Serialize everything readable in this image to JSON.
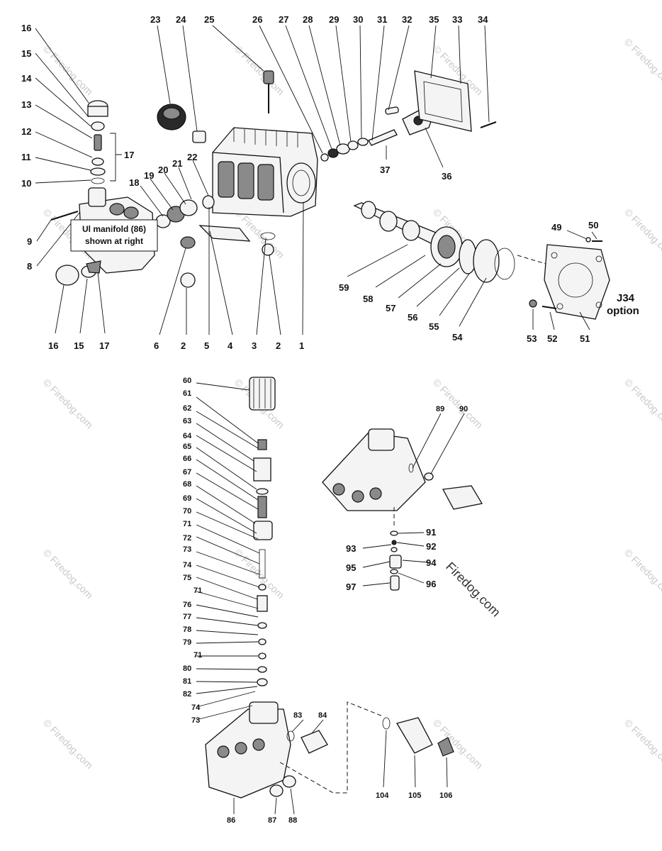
{
  "callouts": {
    "n1": "1",
    "n2": "2",
    "n3": "3",
    "n4": "4",
    "n5": "5",
    "n6": "6",
    "n8": "8",
    "n9": "9",
    "n10": "10",
    "n11": "11",
    "n12": "12",
    "n13": "13",
    "n14": "14",
    "n15": "15",
    "n16": "16",
    "n17": "17",
    "n18": "18",
    "n19": "19",
    "n20": "20",
    "n21": "21",
    "n22": "22",
    "n23": "23",
    "n24": "24",
    "n25": "25",
    "n26": "26",
    "n27": "27",
    "n28": "28",
    "n29": "29",
    "n30": "30",
    "n31": "31",
    "n32": "32",
    "n33": "33",
    "n34": "34",
    "n35": "35",
    "n36": "36",
    "n37": "37",
    "n49": "49",
    "n50": "50",
    "n51": "51",
    "n52": "52",
    "n53": "53",
    "n54": "54",
    "n55": "55",
    "n56": "56",
    "n57": "57",
    "n58": "58",
    "n59": "59",
    "n60": "60",
    "n61": "61",
    "n62": "62",
    "n63": "63",
    "n64": "64",
    "n65": "65",
    "n66": "66",
    "n67": "67",
    "n68": "68",
    "n69": "69",
    "n70": "70",
    "n71": "71",
    "n72": "72",
    "n73": "73",
    "n74": "74",
    "n75": "75",
    "n76": "76",
    "n77": "77",
    "n78": "78",
    "n79": "79",
    "n80": "80",
    "n81": "81",
    "n82": "82",
    "n83": "83",
    "n84": "84",
    "n86": "86",
    "n87": "87",
    "n88": "88",
    "n89": "89",
    "n90": "90",
    "n91": "91",
    "n92": "92",
    "n93": "93",
    "n94": "94",
    "n95": "95",
    "n96": "96",
    "n97": "97",
    "n104": "104",
    "n105": "105",
    "n106": "106"
  },
  "notes": {
    "ul_manifold_line1": "Ul manifold (86)",
    "ul_manifold_line2": "shown at right",
    "j34_line1": "J34",
    "j34_line2": "option"
  },
  "watermark": {
    "text": "© Firedog.com",
    "site": "Firedog.com"
  }
}
